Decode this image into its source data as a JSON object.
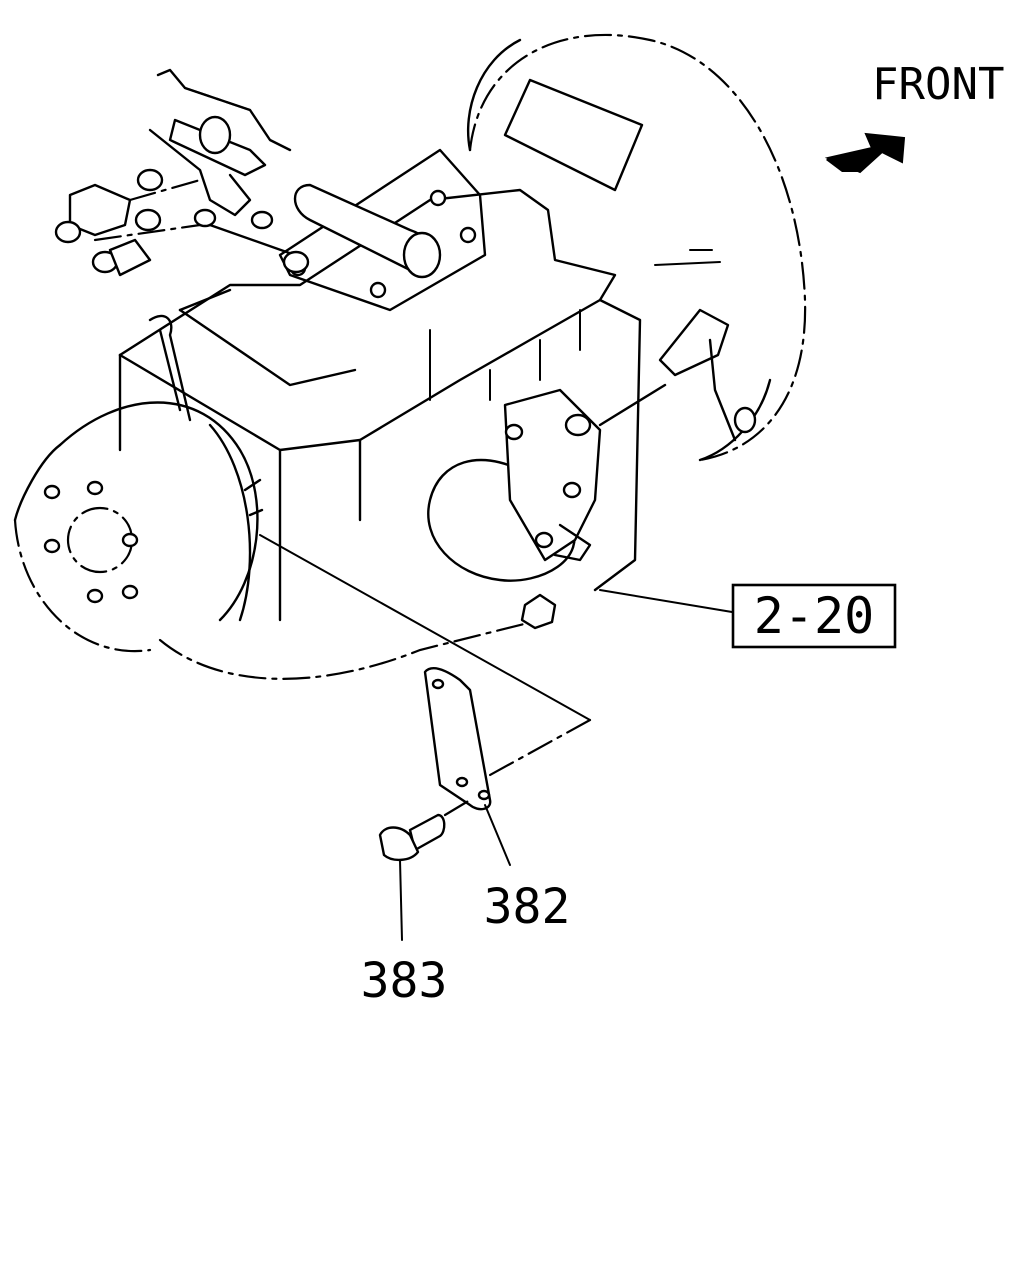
{
  "direction_label": "FRONT",
  "reference_box": "2-20",
  "callouts": {
    "bracket": "382",
    "bolt": "383"
  },
  "colors": {
    "ink": "#000000",
    "paper": "#ffffff"
  },
  "icons": [
    "front-arrow-icon"
  ]
}
